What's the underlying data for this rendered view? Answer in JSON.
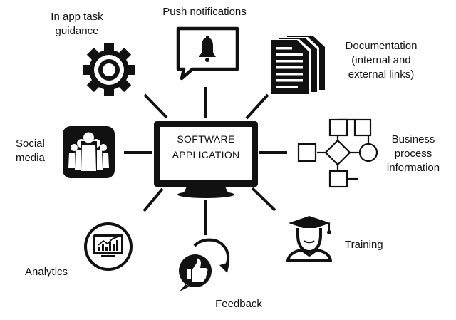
{
  "center": {
    "title": "SOFTWARE\nAPPLICATION"
  },
  "nodes": [
    {
      "id": "task-guidance",
      "label": "In app task\nguidance",
      "icon": "gear-icon"
    },
    {
      "id": "push-notifications",
      "label": "Push notifications",
      "icon": "bell-speech-bubble-icon"
    },
    {
      "id": "documentation",
      "label": "Documentation\n(internal and\nexternal links)",
      "icon": "documents-stack-icon"
    },
    {
      "id": "business-process",
      "label": "Business\nprocess\ninformation",
      "icon": "flowchart-icon"
    },
    {
      "id": "training",
      "label": "Training",
      "icon": "graduate-icon"
    },
    {
      "id": "feedback",
      "label": "Feedback",
      "icon": "thumbs-up-bubble-icon"
    },
    {
      "id": "analytics",
      "label": "Analytics",
      "icon": "monitor-chart-icon"
    },
    {
      "id": "social-media",
      "label": "Social\nmedia",
      "icon": "people-group-icon"
    }
  ],
  "colors": {
    "stroke": "#111111",
    "background": "#ffffff"
  }
}
